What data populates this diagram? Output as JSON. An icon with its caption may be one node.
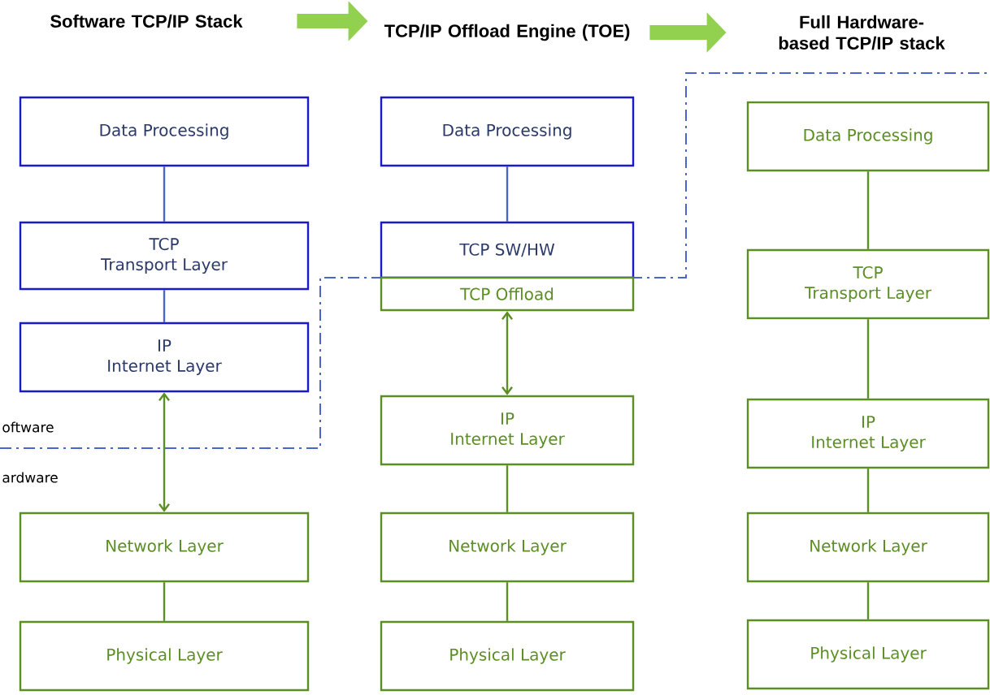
{
  "diagram": {
    "nodes": [
      {
        "text": [
          "Software TCP/IP Stack"
        ]
      },
      {
        "text": [
          "TCP/IP Offload Engine (TOE)"
        ]
      },
      {
        "text": [
          "Full Hardware-based TCP/IP stack"
        ]
      },
      {
        "text": [
          "Data Processing"
        ]
      },
      {
        "text": [
          "TCP",
          "Transport Layer"
        ]
      },
      {
        "text": [
          "IP",
          "Internet Layer"
        ]
      },
      {
        "text": [
          "Network Layer"
        ]
      },
      {
        "text": [
          "Physical Layer"
        ]
      },
      {
        "text": [
          "Data Processing"
        ]
      },
      {
        "text": [
          "TCP SW/HW"
        ]
      },
      {
        "text": [
          "TCP Offload"
        ]
      },
      {
        "text": [
          "IP",
          "Internet Layer"
        ]
      },
      {
        "text": [
          "Network Layer"
        ]
      },
      {
        "text": [
          "Physical Layer"
        ]
      },
      {
        "text": [
          "Data Processing"
        ]
      },
      {
        "text": [
          "TCP",
          "Transport Layer"
        ]
      },
      {
        "text": [
          "IP",
          "Internet Layer"
        ]
      },
      {
        "text": [
          "Network Layer"
        ]
      },
      {
        "text": [
          "Physical Layer"
        ]
      }
    ],
    "edges": [
      {
        "from": 0,
        "to": 1,
        "arrow": "to",
        "style": "thick",
        "color": "#92d050"
      },
      {
        "from": 1,
        "to": 2,
        "arrow": "to",
        "style": "thick",
        "color": "#92d050"
      },
      {
        "from": 3,
        "to": 4,
        "arrow": "none",
        "color": "#4a66cc"
      },
      {
        "from": 4,
        "to": 5,
        "arrow": "none",
        "color": "#4a66cc"
      },
      {
        "from": 5,
        "to": 6,
        "arrow": "both"
      },
      {
        "from": 6,
        "to": 7,
        "arrow": "none"
      },
      {
        "from": 8,
        "to": 9,
        "arrow": "none",
        "color": "#4a66cc"
      },
      {
        "from": 10,
        "to": 11,
        "arrow": "both"
      },
      {
        "from": 11,
        "to": 12,
        "arrow": "none"
      },
      {
        "from": 12,
        "to": 13,
        "arrow": "none"
      },
      {
        "from": 14,
        "to": 15,
        "arrow": "none"
      },
      {
        "from": 15,
        "to": 16,
        "arrow": "none"
      },
      {
        "from": 16,
        "to": 17,
        "arrow": "none"
      },
      {
        "from": 17,
        "to": 18,
        "arrow": "none"
      }
    ],
    "labels": [
      "oftware",
      "ardware"
    ]
  }
}
